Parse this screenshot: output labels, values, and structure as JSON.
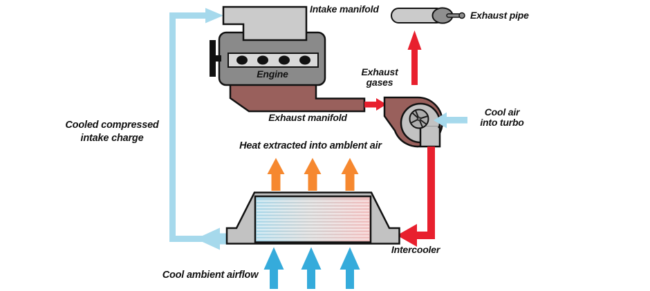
{
  "diagram": "turbocharger-intercooler-airflow",
  "colors": {
    "pale_blue": "#A6D9EC",
    "cyan": "#35ABDB",
    "orange": "#F6882F",
    "red": "#E8202E",
    "maroon": "#99605C",
    "engine_gray": "#8A8A8A",
    "light_gray": "#CBCBCB",
    "housing_gray": "#C2C2C2",
    "cap_gray": "#8F8F8F",
    "core_cold": "#A8D8EA",
    "core_mid": "#D2D2D2",
    "core_hot": "#F2BCBC",
    "outline": "#111111",
    "text": "#111111"
  },
  "labels": {
    "intake_manifold": "Intake manifold",
    "exhaust_pipe": "Exhaust pipe",
    "engine": "Engine",
    "exhaust_gases": {
      "line1": "Exhaust",
      "line2": "gases"
    },
    "exhaust_manifold": "Exhaust manifold",
    "cool_air_into_turbo": {
      "line1": "Cool air",
      "line2": "into turbo"
    },
    "cooled_intake": {
      "line1": "Cooled compressed",
      "line2": "intake charge"
    },
    "heat_extracted": "Heat extracted into amblent air",
    "intercooler": "Intercooler",
    "cool_ambient": "Cool ambient airflow"
  }
}
